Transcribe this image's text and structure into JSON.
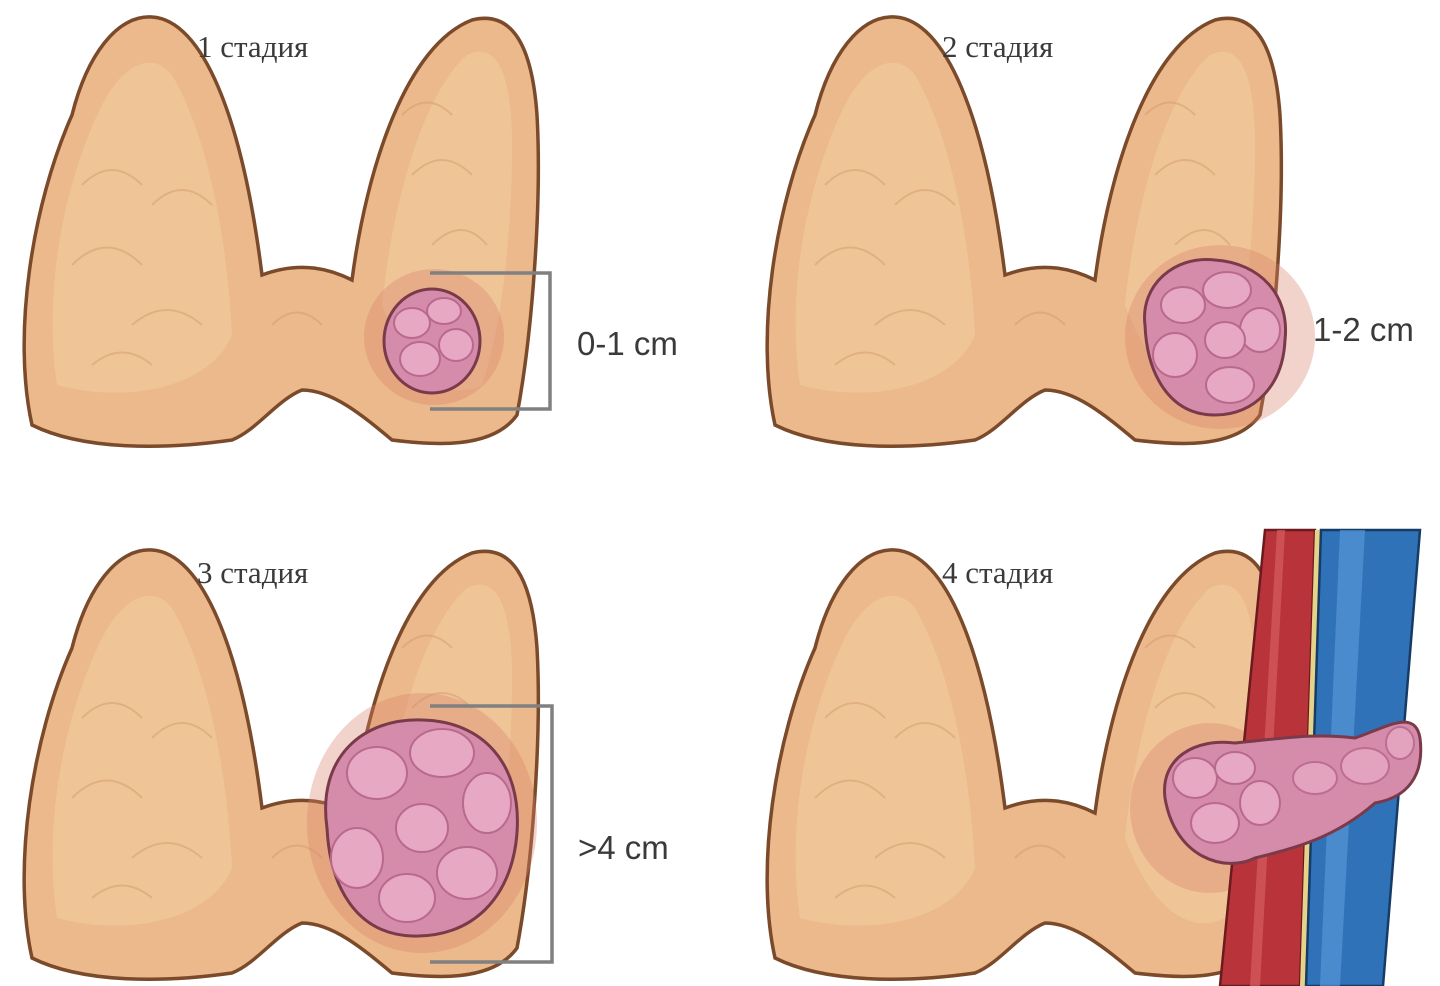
{
  "colors": {
    "gland": "#ebb98b",
    "gland_outline": "#7a4a2a",
    "tumor": "#d58cab",
    "tumor_lobule": "#e6a8c2",
    "artery": "#b8343a",
    "vein": "#2f72b8",
    "bracket": "#808080"
  },
  "panels": [
    {
      "title": "1 стадия",
      "size_label": "0-1 cm"
    },
    {
      "title": "2 стадия",
      "size_label": "1-2 cm"
    },
    {
      "title": "3 стадия",
      "size_label": ">4 cm"
    },
    {
      "title": "4 стадия",
      "size_label": ""
    }
  ]
}
